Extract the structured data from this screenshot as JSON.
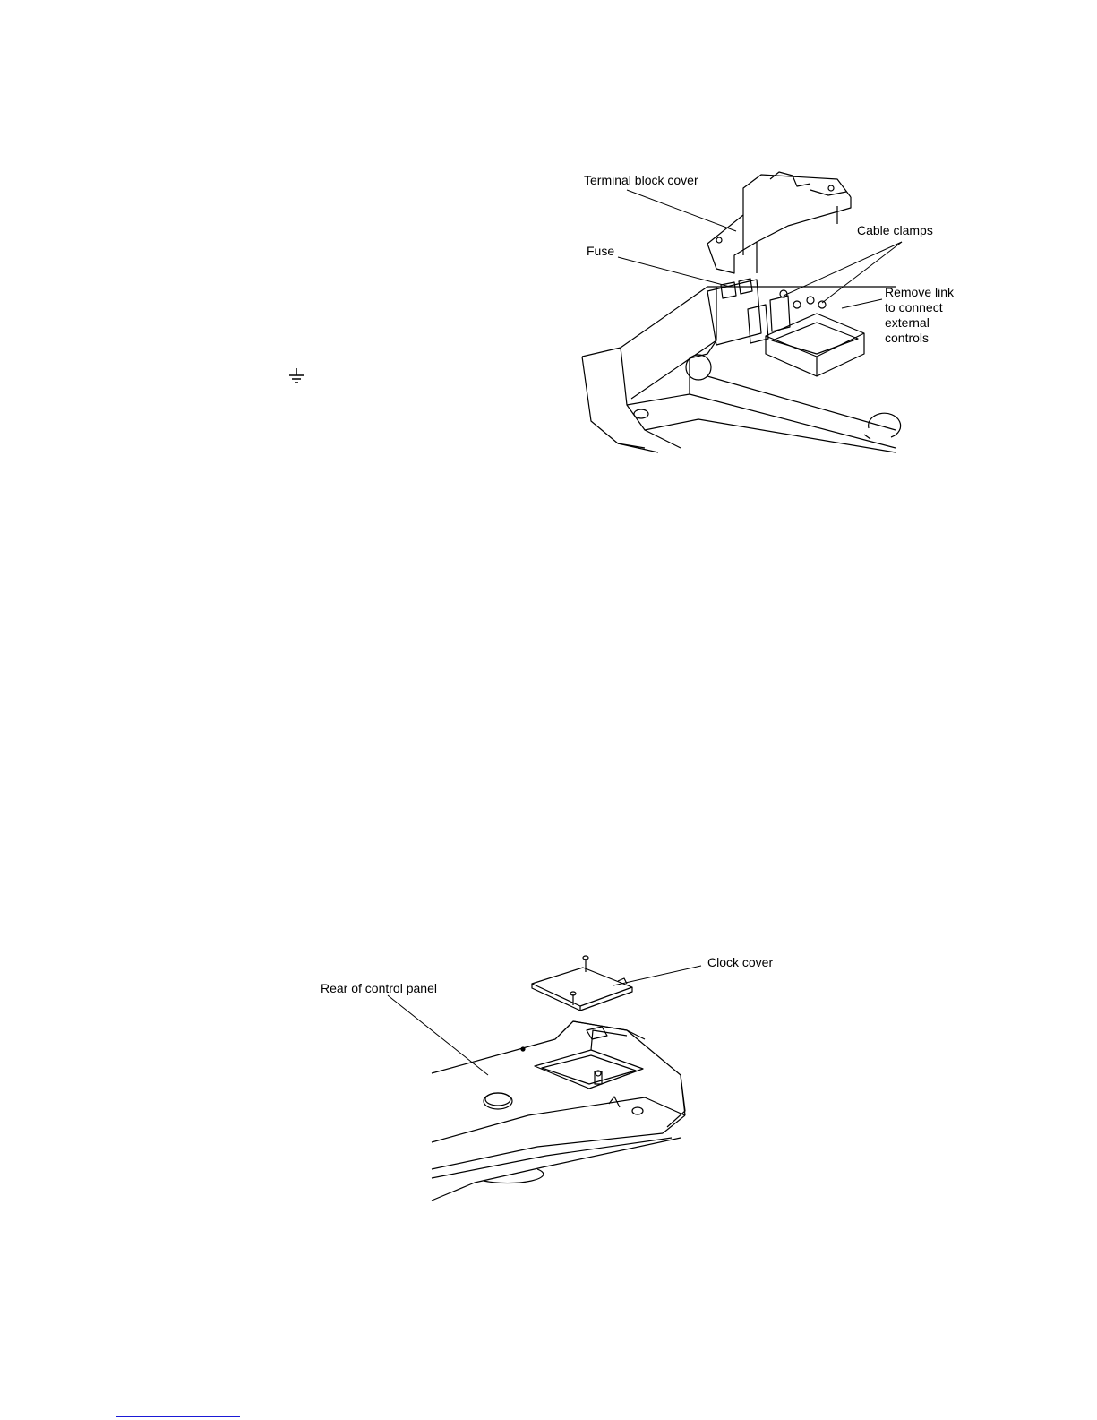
{
  "figure1": {
    "labels": {
      "terminal_block_cover": "Terminal block cover",
      "fuse": "Fuse",
      "cable_clamps": "Cable clamps",
      "remove_link": "Remove link\nto connect\nexternal\ncontrols"
    }
  },
  "figure2": {
    "labels": {
      "rear_of_control_panel": "Rear of control panel",
      "clock_cover": "Clock cover"
    }
  },
  "symbols": {
    "earth": "earth-ground-icon"
  },
  "colors": {
    "line": "#000000",
    "footer_link": "#1a1ad6"
  }
}
